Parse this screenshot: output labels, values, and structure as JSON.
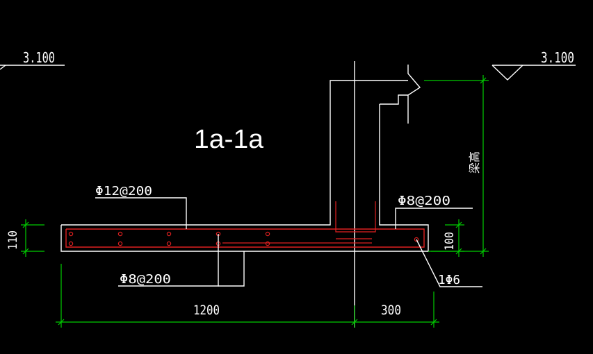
{
  "drawing": {
    "section_title": "1a-1a",
    "elevation_left": "3.100",
    "elevation_right": "3.100",
    "rebar_top": "Φ12@200",
    "rebar_bottom": "Φ8@200",
    "rebar_right": "Φ8@200",
    "rebar_single": "1Φ6",
    "dim_slab_thickness": "110",
    "dim_edge_height": "100",
    "dim_length_main": "1200",
    "dim_length_edge": "300",
    "dim_beam_height": "梁高"
  },
  "colors": {
    "background": "#000000",
    "outline": "#ffffff",
    "dimension": "#00cc00",
    "rebar": "#e02020"
  }
}
